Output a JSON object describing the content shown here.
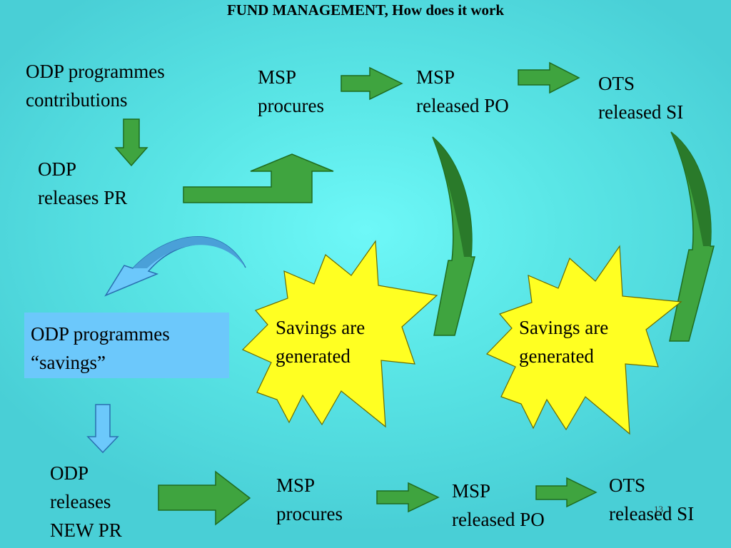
{
  "title": "FUND MANAGEMENT, How does it work",
  "top_flow": {
    "contributions": "ODP programmes\ncontributions",
    "odp_releases_pr": "ODP\nreleases PR",
    "msp_procures": "MSP\nprocures",
    "msp_released_po": "MSP\nreleased PO",
    "ots_released_si": "OTS\nreleased SI"
  },
  "savings_box": "ODP programmes\n“savings”",
  "bursts": {
    "left": "Savings are\ngenerated",
    "right": "Savings are\ngenerated"
  },
  "bottom_flow": {
    "odp_releases_new_pr": "ODP\nreleases\nNEW PR",
    "msp_procures": "MSP\nprocures",
    "msp_released_po": "MSP\nreleased PO",
    "ots_released_si": "OTS\nreleased SI"
  },
  "slide_number": "13",
  "colors": {
    "background": "#5ae6e6",
    "arrow_green": "#3fa43f",
    "arrow_dark_green": "#2a7a2a",
    "arrow_blue": "#6cc8fb",
    "burst_yellow": "#ffff22",
    "savings_box": "#6cc8fb"
  }
}
